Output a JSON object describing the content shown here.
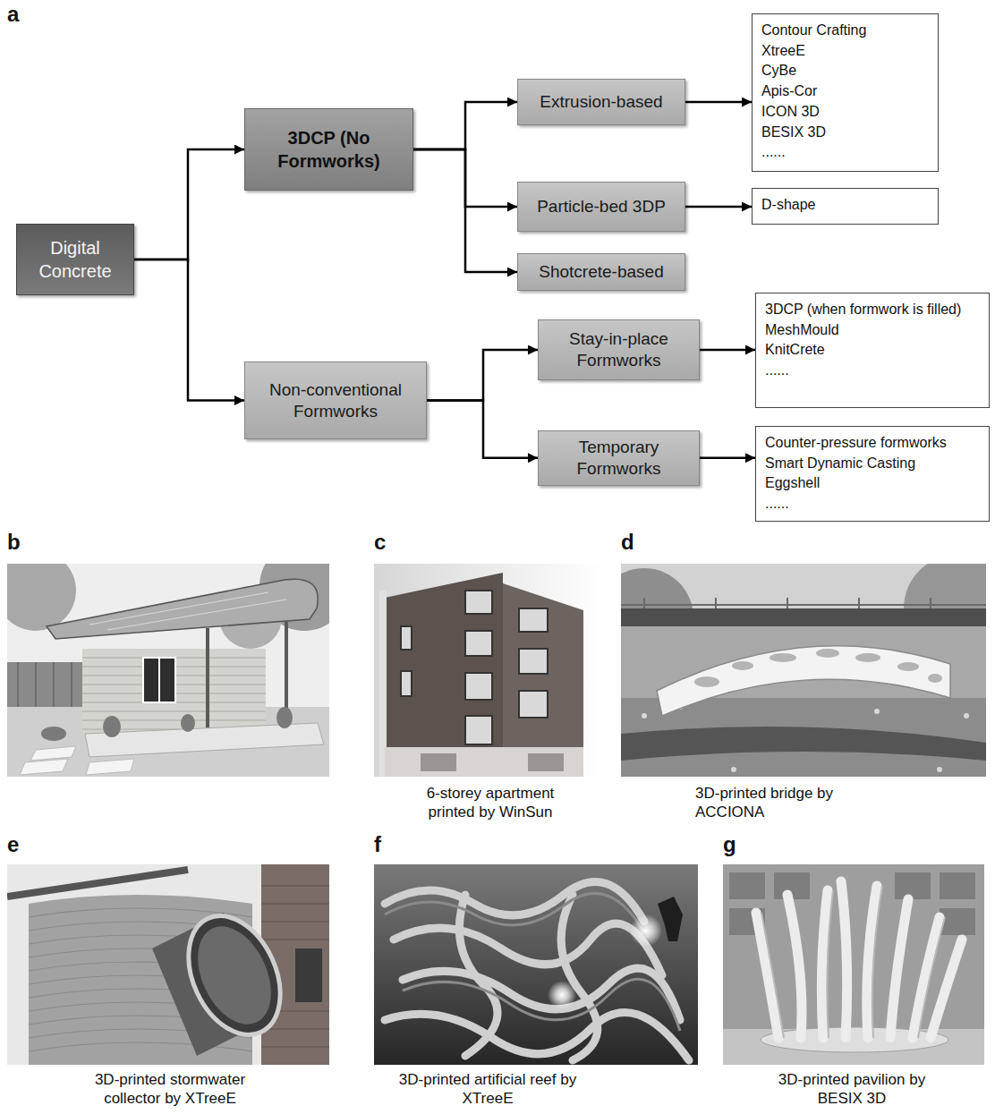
{
  "diagram": {
    "nodes": [
      {
        "text": [
          "Digital Concrete"
        ]
      },
      {
        "text": [
          "3DCP (No Formworks)"
        ]
      },
      {
        "text": [
          "Extrusion-based"
        ]
      },
      {
        "text": [
          "Contour Crafting",
          "XtreeE",
          "CyBe",
          "Apis-Cor",
          "ICON 3D",
          "BESIX 3D",
          "......"
        ]
      },
      {
        "text": [
          "Particle-bed 3DP"
        ]
      },
      {
        "text": [
          "D-shape"
        ]
      },
      {
        "text": [
          "Shotcrete-based"
        ]
      },
      {
        "text": [
          "Non-conventional Formworks"
        ]
      },
      {
        "text": [
          "Stay-in-place Formworks"
        ]
      },
      {
        "text": [
          "3DCP (when formwork is filled)",
          "MeshMould",
          "KnitCrete",
          "......"
        ]
      },
      {
        "text": [
          "Temporary Formworks"
        ]
      },
      {
        "text": [
          "Counter-pressure formworks",
          "Smart Dynamic Casting",
          "Eggshell",
          "......"
        ]
      }
    ],
    "edges": [
      {
        "from": 0,
        "to": 1,
        "arrow": "to"
      },
      {
        "from": 0,
        "to": 7,
        "arrow": "to"
      },
      {
        "from": 1,
        "to": 2,
        "arrow": "to"
      },
      {
        "from": 1,
        "to": 4,
        "arrow": "to"
      },
      {
        "from": 1,
        "to": 6,
        "arrow": "to"
      },
      {
        "from": 2,
        "to": 3,
        "arrow": "to"
      },
      {
        "from": 4,
        "to": 5,
        "arrow": "to"
      },
      {
        "from": 7,
        "to": 8,
        "arrow": "to"
      },
      {
        "from": 7,
        "to": 10,
        "arrow": "to"
      },
      {
        "from": 8,
        "to": 9,
        "arrow": "to"
      },
      {
        "from": 10,
        "to": 11,
        "arrow": "to"
      }
    ],
    "labels": [
      "a",
      "b",
      "c",
      "d",
      "6-storey apartment printed by WinSun",
      "3D-printed bridge by ACCIONA",
      "e",
      "f",
      "g",
      "3D-printed stormwater collector by XTreeE",
      "3D-printed artificial reef by XTreeE",
      "3D-printed pavilion by BESIX 3D"
    ]
  }
}
